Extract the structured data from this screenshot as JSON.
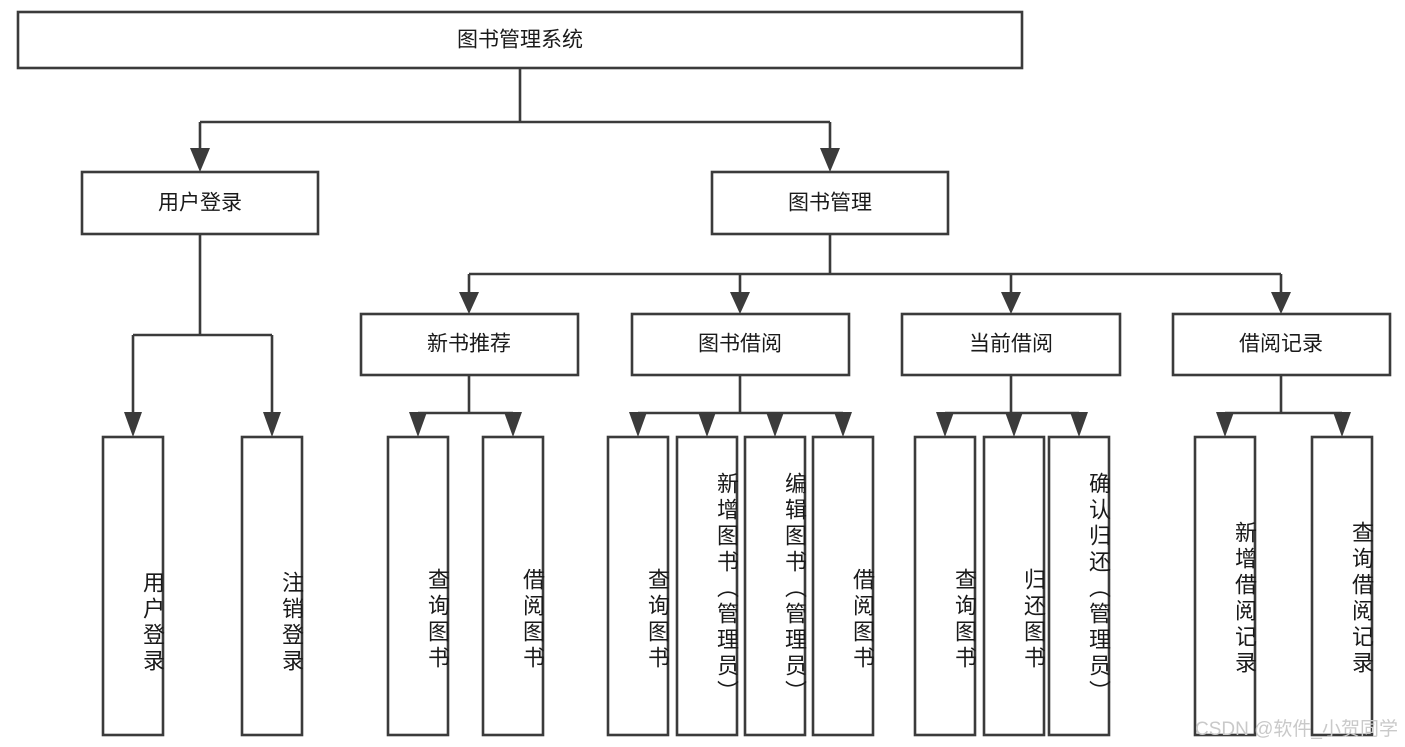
{
  "diagram": {
    "title": "图书管理系统",
    "type": "tree",
    "root": {
      "id": "root",
      "label": "图书管理系统"
    },
    "level2": [
      {
        "id": "user-login",
        "label": "用户登录"
      },
      {
        "id": "book-manage",
        "label": "图书管理"
      }
    ],
    "level3": [
      {
        "id": "new-book-rec",
        "label": "新书推荐",
        "parent": "book-manage"
      },
      {
        "id": "book-borrow",
        "label": "图书借阅",
        "parent": "book-manage"
      },
      {
        "id": "current-borrow",
        "label": "当前借阅",
        "parent": "book-manage"
      },
      {
        "id": "borrow-record",
        "label": "借阅记录",
        "parent": "book-manage"
      }
    ],
    "leaves": [
      {
        "id": "leaf-user-login",
        "label": "用户登录",
        "parent": "user-login"
      },
      {
        "id": "leaf-logout",
        "label": "注销登录",
        "parent": "user-login"
      },
      {
        "id": "leaf-query-book-1",
        "label": "查询图书",
        "parent": "new-book-rec"
      },
      {
        "id": "leaf-borrow-book-1",
        "label": "借阅图书",
        "parent": "new-book-rec"
      },
      {
        "id": "leaf-query-book-2",
        "label": "查询图书",
        "parent": "book-borrow"
      },
      {
        "id": "leaf-add-book",
        "label": "新增图书（管理员）",
        "parent": "book-borrow"
      },
      {
        "id": "leaf-edit-book",
        "label": "编辑图书（管理员）",
        "parent": "book-borrow"
      },
      {
        "id": "leaf-borrow-book-2",
        "label": "借阅图书",
        "parent": "book-borrow"
      },
      {
        "id": "leaf-query-book-3",
        "label": "查询图书",
        "parent": "current-borrow"
      },
      {
        "id": "leaf-return-book",
        "label": "归还图书",
        "parent": "current-borrow"
      },
      {
        "id": "leaf-confirm-return",
        "label": "确认归还（管理员）",
        "parent": "current-borrow"
      },
      {
        "id": "leaf-add-record",
        "label": "新增借阅记录",
        "parent": "borrow-record"
      },
      {
        "id": "leaf-query-record",
        "label": "查询借阅记录",
        "parent": "borrow-record"
      }
    ],
    "colors": {
      "stroke": "#3b3b3b",
      "fill": "#ffffff",
      "text": "#1a1a1a",
      "watermark": "#c9c9c9"
    }
  },
  "watermark": {
    "text": "CSDN @软件_小贺同学"
  }
}
